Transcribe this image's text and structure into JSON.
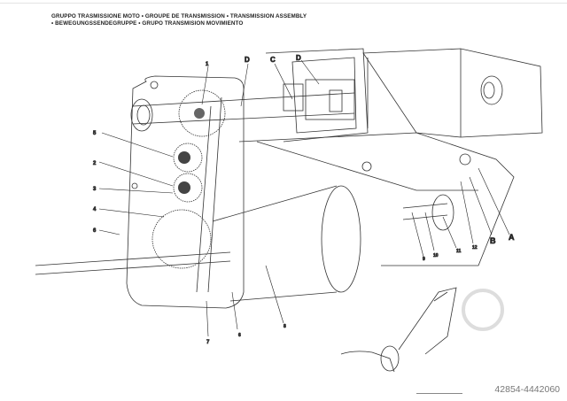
{
  "header": {
    "line1": "GRUPPO TRASMISSIONE MOTO • GROUPE DE TRANSMISSION • TRANSMISSION ASSEMBLY",
    "line2": "• BEWEGUNGSSENDEGRUPPE • GRUPO TRANSMISION MOVIMIENTO"
  },
  "callouts": {
    "c1": "1",
    "d1": "D",
    "c": "C",
    "d2": "D",
    "c5": "5",
    "c2": "2",
    "c3": "3",
    "c4": "4",
    "c6a": "6",
    "c7": "7",
    "c6b": "6",
    "c8": "8",
    "c9": "9",
    "c10": "10",
    "c11": "11",
    "c12": "12",
    "b": "B",
    "a": "A"
  },
  "footer": {
    "reference": "42854-4442060"
  }
}
